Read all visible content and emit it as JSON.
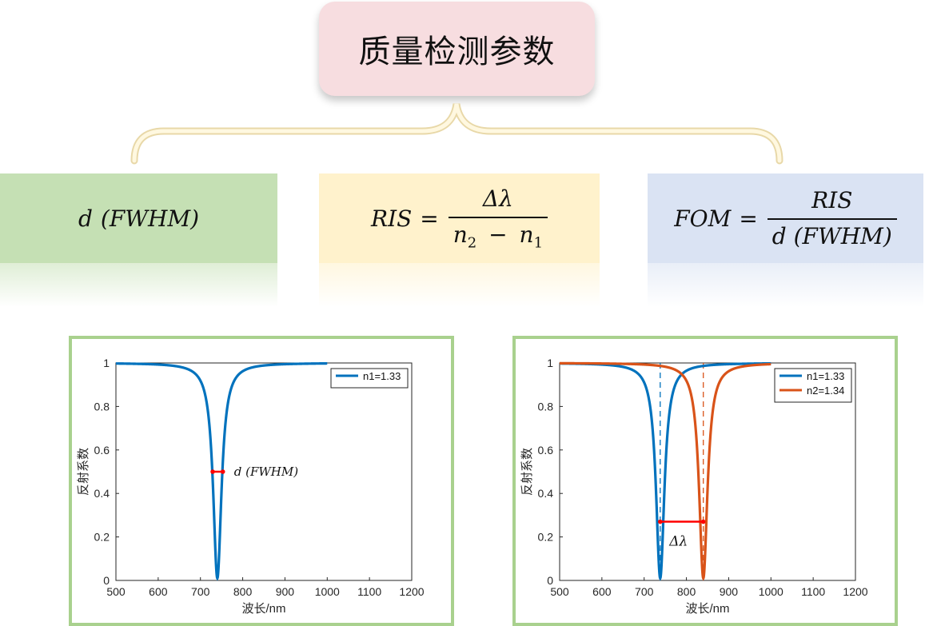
{
  "title": "质量检测参数",
  "formulas": {
    "fwhm": {
      "d": "d",
      "arg": "(FWHM)"
    },
    "ris": {
      "lhs": "RIS",
      "eq": "=",
      "num": "Δλ",
      "den_a": "n",
      "den_a_sub": "2",
      "den_minus": "−",
      "den_b": "n",
      "den_b_sub": "1"
    },
    "fom": {
      "lhs": "FOM",
      "eq": "=",
      "num": "RIS",
      "den": "d (FWHM)"
    }
  },
  "colors": {
    "title_bg": "#f7dde0",
    "green_box": "#c5e0b4",
    "yellow_box": "#fff2cc",
    "blue_box": "#dae3f3",
    "panel_border": "#a9d18e",
    "brace": "#f4e4b6",
    "series_blue": "#0072bd",
    "series_orange": "#d95319",
    "marker_red": "#ff0000"
  },
  "chart_data": [
    {
      "type": "line",
      "xlabel": "波长/nm",
      "ylabel": "反射系数",
      "xlim": [
        500,
        1200
      ],
      "ylim": [
        0,
        1
      ],
      "xticks": [
        "500",
        "600",
        "700",
        "800",
        "900",
        "1000",
        "1100",
        "1200"
      ],
      "yticks": [
        "0",
        "0.2",
        "0.4",
        "0.6",
        "0.8",
        "1"
      ],
      "legend_position": "top-right",
      "series": [
        {
          "name": "n1=1.33",
          "color": "#0072bd",
          "dip_center": 740,
          "half_width": 12,
          "min_value": 0.01,
          "x_range": [
            500,
            1000
          ]
        }
      ],
      "annotations": [
        {
          "type": "width-marker",
          "x": [
            729,
            753
          ],
          "y": 0.5,
          "label": "d (FWHM)"
        }
      ]
    },
    {
      "type": "line",
      "xlabel": "波长/nm",
      "ylabel": "反射系数",
      "xlim": [
        500,
        1200
      ],
      "ylim": [
        0,
        1
      ],
      "xticks": [
        "500",
        "600",
        "700",
        "800",
        "900",
        "1000",
        "1100",
        "1200"
      ],
      "yticks": [
        "0",
        "0.2",
        "0.4",
        "0.6",
        "0.8",
        "1"
      ],
      "legend_position": "top-right",
      "series": [
        {
          "name": "n1=1.33",
          "color": "#0072bd",
          "dip_center": 738,
          "half_width": 12,
          "min_value": 0.01,
          "x_range": [
            500,
            1000
          ]
        },
        {
          "name": "n2=1.34",
          "color": "#d95319",
          "dip_center": 840,
          "half_width": 12,
          "min_value": 0.01,
          "x_range": [
            500,
            1000
          ]
        }
      ],
      "annotations": [
        {
          "type": "vline",
          "x": 738,
          "color": "#0072bd"
        },
        {
          "type": "vline",
          "x": 840,
          "color": "#d95319"
        },
        {
          "type": "shift-marker",
          "x": [
            738,
            840
          ],
          "y": 0.27,
          "label": "Δλ"
        }
      ]
    }
  ]
}
